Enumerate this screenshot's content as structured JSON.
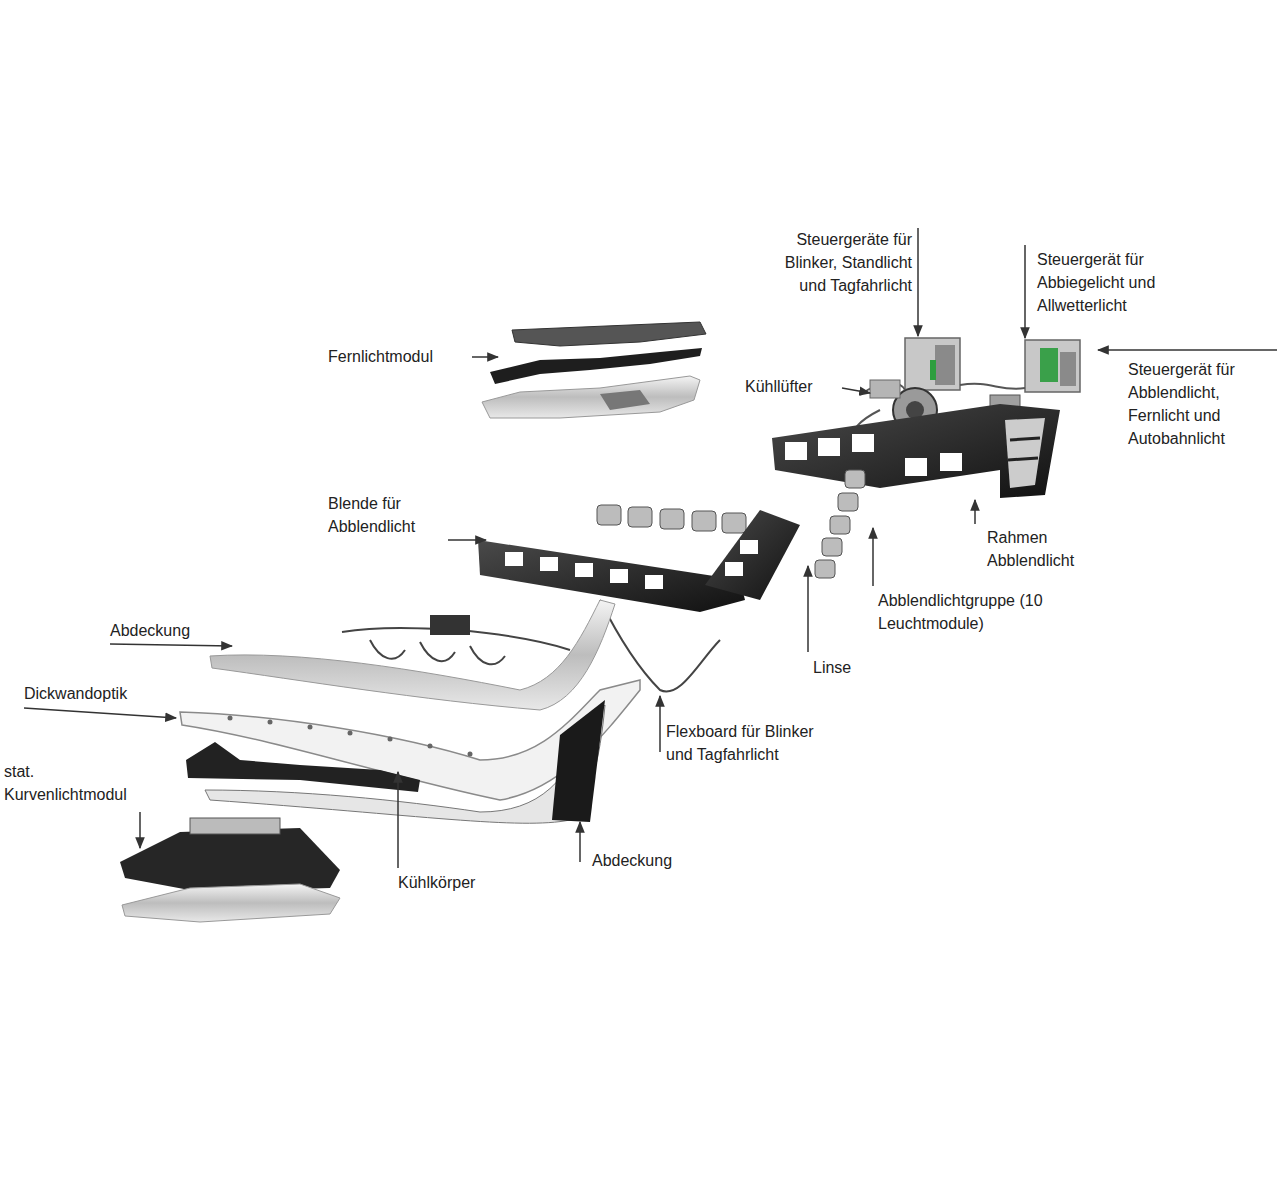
{
  "diagram": {
    "labels": [
      "Steuergeräte für Blinker, Standlicht und Tagfahrlicht",
      "Steuergerät für Abbiegelicht und Allwetterlicht",
      "Fernlichtmodul",
      "Steuergerät für Abblendlicht, Fernlicht und Autobahnlicht",
      "Kühllüfter",
      "Blende für Abblendlicht",
      "Rahmen Abblendlicht",
      "Abblendlichtgruppe (10 Leuchtmodule)",
      "Abdeckung",
      "Linse",
      "Dickwandoptik",
      "Flexboard für Blinker und Tagfahrlicht",
      "stat. Kurvenlichtmodul",
      "Kühlkörper",
      "Abdeckung"
    ]
  }
}
